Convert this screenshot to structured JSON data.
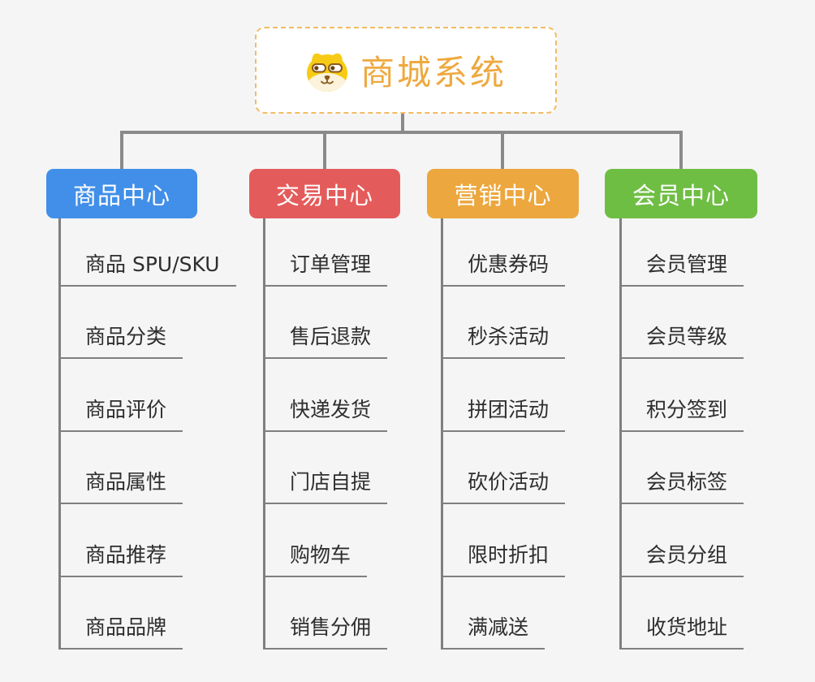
{
  "root": {
    "title": "商城系统",
    "icon": "shiba-dog-icon",
    "title_color": "#EEA93F",
    "border_color": "#F2BC62"
  },
  "connector_color": "#8A8A8A",
  "background_color": "#F5F5F6",
  "columns": [
    {
      "title": "商品中心",
      "color": "#418FE8",
      "items": [
        "商品 SPU/SKU",
        "商品分类",
        "商品评价",
        "商品属性",
        "商品推荐",
        "商品品牌"
      ]
    },
    {
      "title": "交易中心",
      "color": "#E45B5B",
      "items": [
        "订单管理",
        "售后退款",
        "快递发货",
        "门店自提",
        "购物车",
        "销售分佣"
      ]
    },
    {
      "title": "营销中心",
      "color": "#ECA73E",
      "items": [
        "优惠券码",
        "秒杀活动",
        "拼团活动",
        "砍价活动",
        "限时折扣",
        "满减送"
      ]
    },
    {
      "title": "会员中心",
      "color": "#6FBE44",
      "items": [
        "会员管理",
        "会员等级",
        "积分签到",
        "会员标签",
        "会员分组",
        "收货地址"
      ]
    }
  ]
}
